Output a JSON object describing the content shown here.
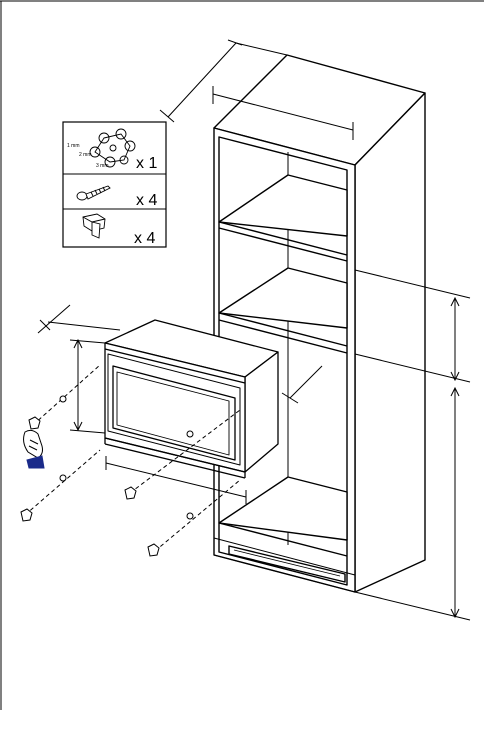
{
  "parts_box": {
    "row1": {
      "icon": "mounting-template-icon",
      "qty": "x 1",
      "mini_labels": [
        "1 mm",
        "2 mm",
        "3 mm"
      ]
    },
    "row2": {
      "icon": "screw-icon",
      "qty": "x 4"
    },
    "row3": {
      "icon": "plastic-clip-icon",
      "qty": "x 4"
    }
  },
  "colors": {
    "line": "#000000",
    "accent_tab": "#1a2a8a",
    "fill": "#ffffff"
  }
}
